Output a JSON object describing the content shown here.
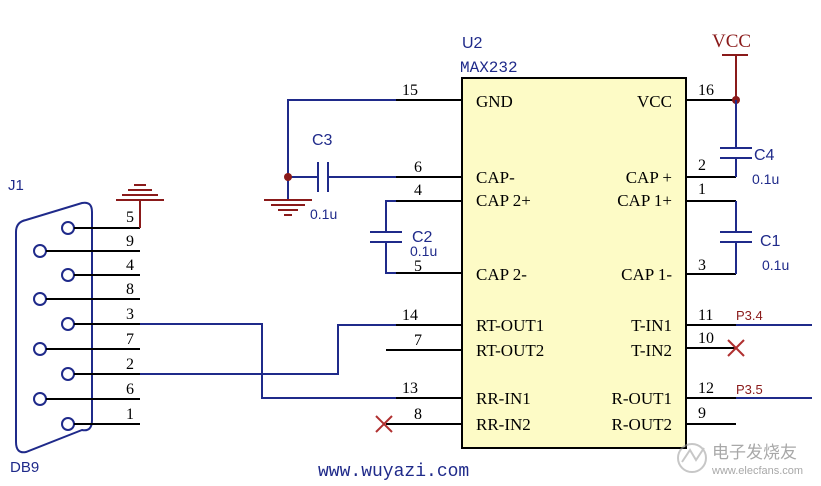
{
  "ic": {
    "designator": "U2",
    "part": "MAX232",
    "left_pins": [
      {
        "num": "15",
        "name": "GND"
      },
      {
        "num": "6",
        "name": "CAP-"
      },
      {
        "num": "4",
        "name": "CAP 2+"
      },
      {
        "num": "5",
        "name": "CAP 2-"
      },
      {
        "num": "14",
        "name": "RT-OUT1"
      },
      {
        "num": "7",
        "name": "RT-OUT2"
      },
      {
        "num": "13",
        "name": "RR-IN1"
      },
      {
        "num": "8",
        "name": "RR-IN2"
      }
    ],
    "right_pins": [
      {
        "num": "16",
        "name": "VCC"
      },
      {
        "num": "2",
        "name": "CAP +"
      },
      {
        "num": "1",
        "name": "CAP 1+"
      },
      {
        "num": "3",
        "name": "CAP 1-"
      },
      {
        "num": "11",
        "name": "T-IN1"
      },
      {
        "num": "10",
        "name": "T-IN2"
      },
      {
        "num": "12",
        "name": "R-OUT1"
      },
      {
        "num": "9",
        "name": "R-OUT2"
      }
    ]
  },
  "power": {
    "vcc": "VCC"
  },
  "caps": {
    "c1": {
      "name": "C1",
      "value": "0.1u"
    },
    "c2": {
      "name": "C2",
      "value": "0.1u"
    },
    "c3": {
      "name": "C3",
      "value": "0.1u"
    },
    "c4": {
      "name": "C4",
      "value": "0.1u"
    }
  },
  "connector": {
    "designator": "J1",
    "type": "DB9",
    "pins": [
      "5",
      "9",
      "4",
      "8",
      "3",
      "7",
      "2",
      "6",
      "1"
    ]
  },
  "nets": {
    "p34": "P3.4",
    "p35": "P3.5"
  },
  "watermark": {
    "url": "www.wuyazi.com",
    "logo_text": "电子发烧友",
    "logo_url": "www.elecfans.com"
  },
  "colors": {
    "ic_fill": "#fdfbc6",
    "wire": "#1f2a8a",
    "vcc_red": "#8a1a1a"
  }
}
